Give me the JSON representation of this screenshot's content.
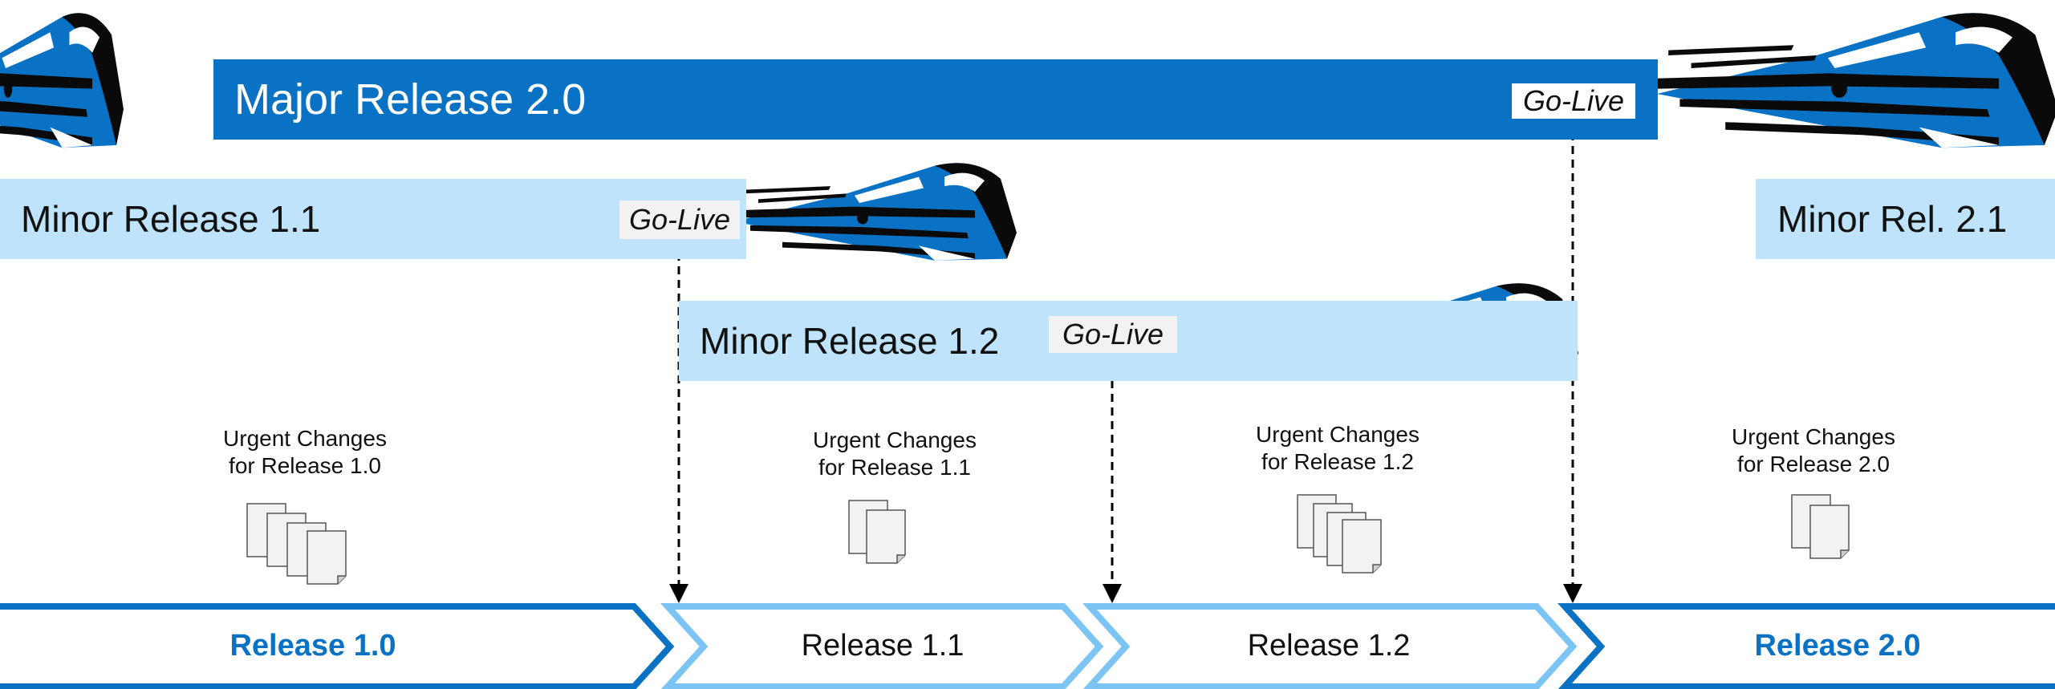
{
  "colors": {
    "major": "#0a72c4",
    "minor": "#bfe3fa",
    "dark_chevron": "#0a72c4",
    "light_chevron": "#7cc4f4"
  },
  "trains": {
    "major": "Major Release 2.0",
    "minor_11": "Minor Release 1.1",
    "minor_12": "Minor Release 1.2",
    "minor_21": "Minor Rel. 2.1"
  },
  "golive": "Go-Live",
  "urgent": [
    {
      "line1": "Urgent Changes",
      "line2": "for Release 1.0"
    },
    {
      "line1": "Urgent Changes",
      "line2": "for Release 1.1"
    },
    {
      "line1": "Urgent Changes",
      "line2": "for Release 1.2"
    },
    {
      "line1": "Urgent Changes",
      "line2": "for Release 2.0"
    }
  ],
  "releases": [
    "Release 1.0",
    "Release 1.1",
    "Release 1.2",
    "Release 2.0"
  ],
  "icons": [
    "train-icon",
    "document-stack-icon"
  ]
}
